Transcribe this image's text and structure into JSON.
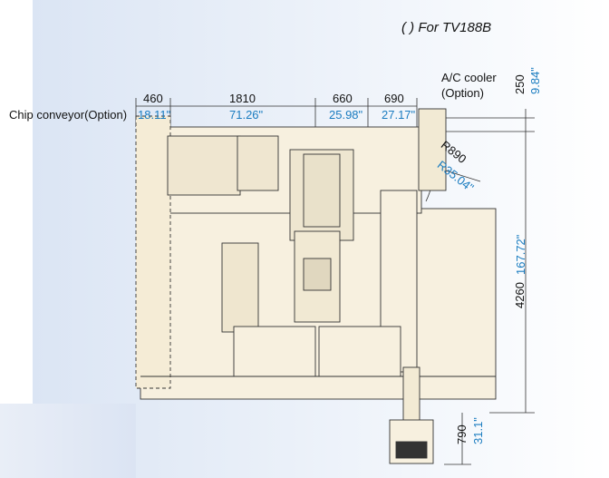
{
  "note": "(   ) For TV188B",
  "labels": {
    "chip_conveyor": "Chip conveyor(Option)",
    "ac_cooler_line1": "A/C cooler",
    "ac_cooler_line2": "(Option)"
  },
  "dimensions": {
    "w1_mm": "460",
    "w1_in": "18.11\"",
    "w2_mm": "1810",
    "w2_in": "71.26\"",
    "w3_mm": "660",
    "w3_in": "25.98\"",
    "w4_mm": "690",
    "w4_in": "27.17\"",
    "top_mm": "250",
    "top_in": "9.84\"",
    "radius_mm": "R890",
    "radius_in": "R35.04\"",
    "depth_mm": "4260",
    "depth_in": "167.72\"",
    "panel_mm": "790",
    "panel_in": "31.1\""
  },
  "colors": {
    "machine": "#f7f0df",
    "line": "#333333",
    "dim_blue": "#1a7cc0"
  }
}
